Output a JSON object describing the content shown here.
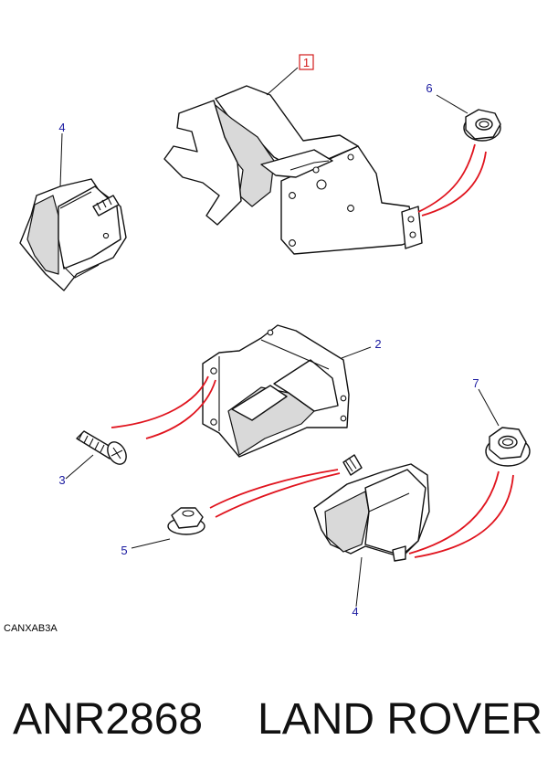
{
  "diagram": {
    "callouts": {
      "c1": "1",
      "c2": "2",
      "c3": "3",
      "c4_top": "4",
      "c4_bottom": "4",
      "c5": "5",
      "c6": "6",
      "c7": "7"
    },
    "reference_code": "CANXAB3A",
    "highlight_color": "#d21a1a",
    "callout_color": "#1a1aa0",
    "assembly_line_color": "#e0141e"
  },
  "footer": {
    "part_number": "ANR2868",
    "brand": "LAND ROVER"
  }
}
